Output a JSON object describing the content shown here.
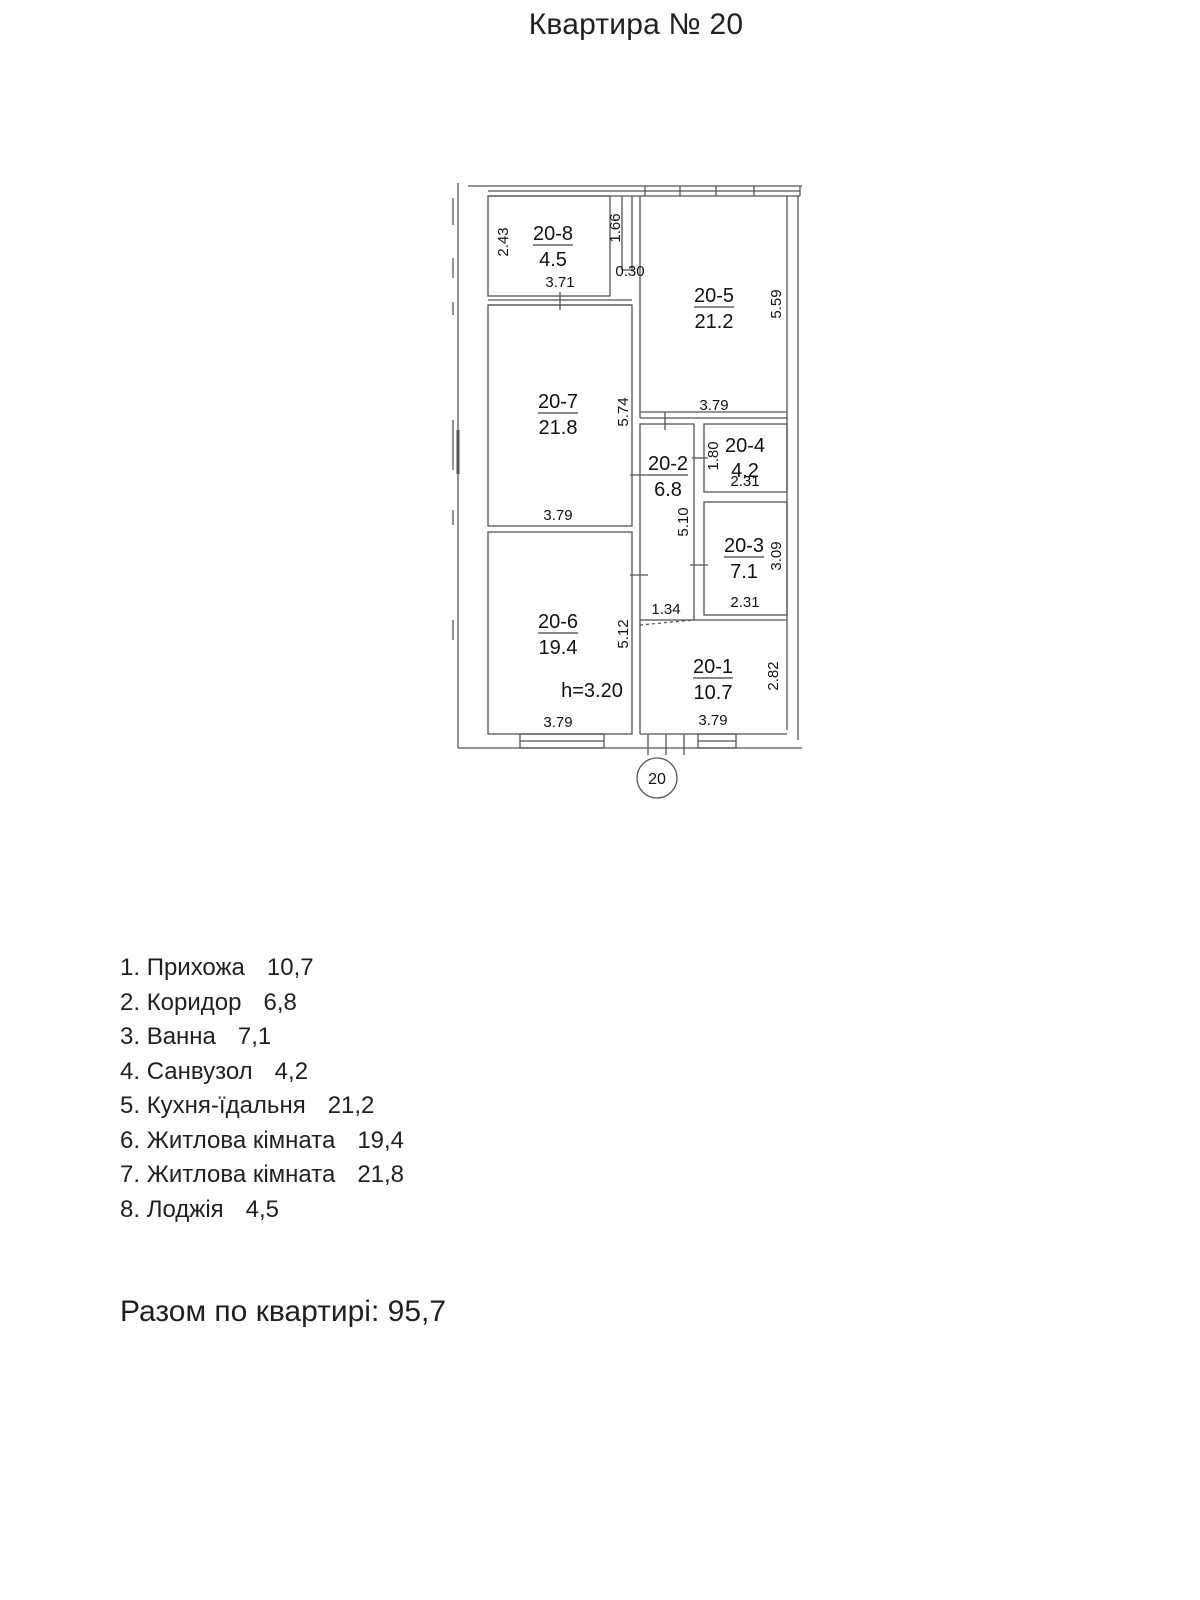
{
  "title": "Квартира № 20",
  "plan": {
    "rooms": [
      {
        "code": "20-1",
        "area": "10.7"
      },
      {
        "code": "20-2",
        "area": "6.8"
      },
      {
        "code": "20-3",
        "area": "7.1"
      },
      {
        "code": "20-4",
        "area": "4.2"
      },
      {
        "code": "20-5",
        "area": "21.2"
      },
      {
        "code": "20-6",
        "area": "19.4"
      },
      {
        "code": "20-7",
        "area": "21.8"
      },
      {
        "code": "20-8",
        "area": "4.5"
      }
    ],
    "dimensions": {
      "d_243": "2.43",
      "d_166": "1.66",
      "d_371": "3.71",
      "d_030": "0.30",
      "d_559": "5.59",
      "d_574": "5.74",
      "d_379_a": "3.79",
      "d_180": "1.80",
      "d_231_a": "2.31",
      "d_379_b": "3.79",
      "d_510": "5.10",
      "d_309": "3.09",
      "d_231_b": "2.31",
      "d_134": "1.34",
      "d_512": "5.12",
      "d_282": "2.82",
      "d_379_c": "3.79",
      "d_379_d": "3.79"
    },
    "height_label": "h=3.20",
    "apartment_marker": "20",
    "height_color": "#2e3f8f"
  },
  "legend": [
    {
      "num": "1.",
      "name": "Прихожа",
      "area": "10,7"
    },
    {
      "num": "2.",
      "name": "Коридор",
      "area": "6,8"
    },
    {
      "num": "3.",
      "name": "Ванна",
      "area": "7,1"
    },
    {
      "num": "4.",
      "name": "Санвузол",
      "area": "4,2"
    },
    {
      "num": "5.",
      "name": "Кухня-їдальня",
      "area": "21,2"
    },
    {
      "num": "6.",
      "name": "Житлова кімната",
      "area": "19,4"
    },
    {
      "num": "7.",
      "name": "Житлова кімната",
      "area": "21,8"
    },
    {
      "num": "8.",
      "name": "Лоджія",
      "area": "4,5"
    }
  ],
  "total": "Разом по квартирі: 95,7"
}
